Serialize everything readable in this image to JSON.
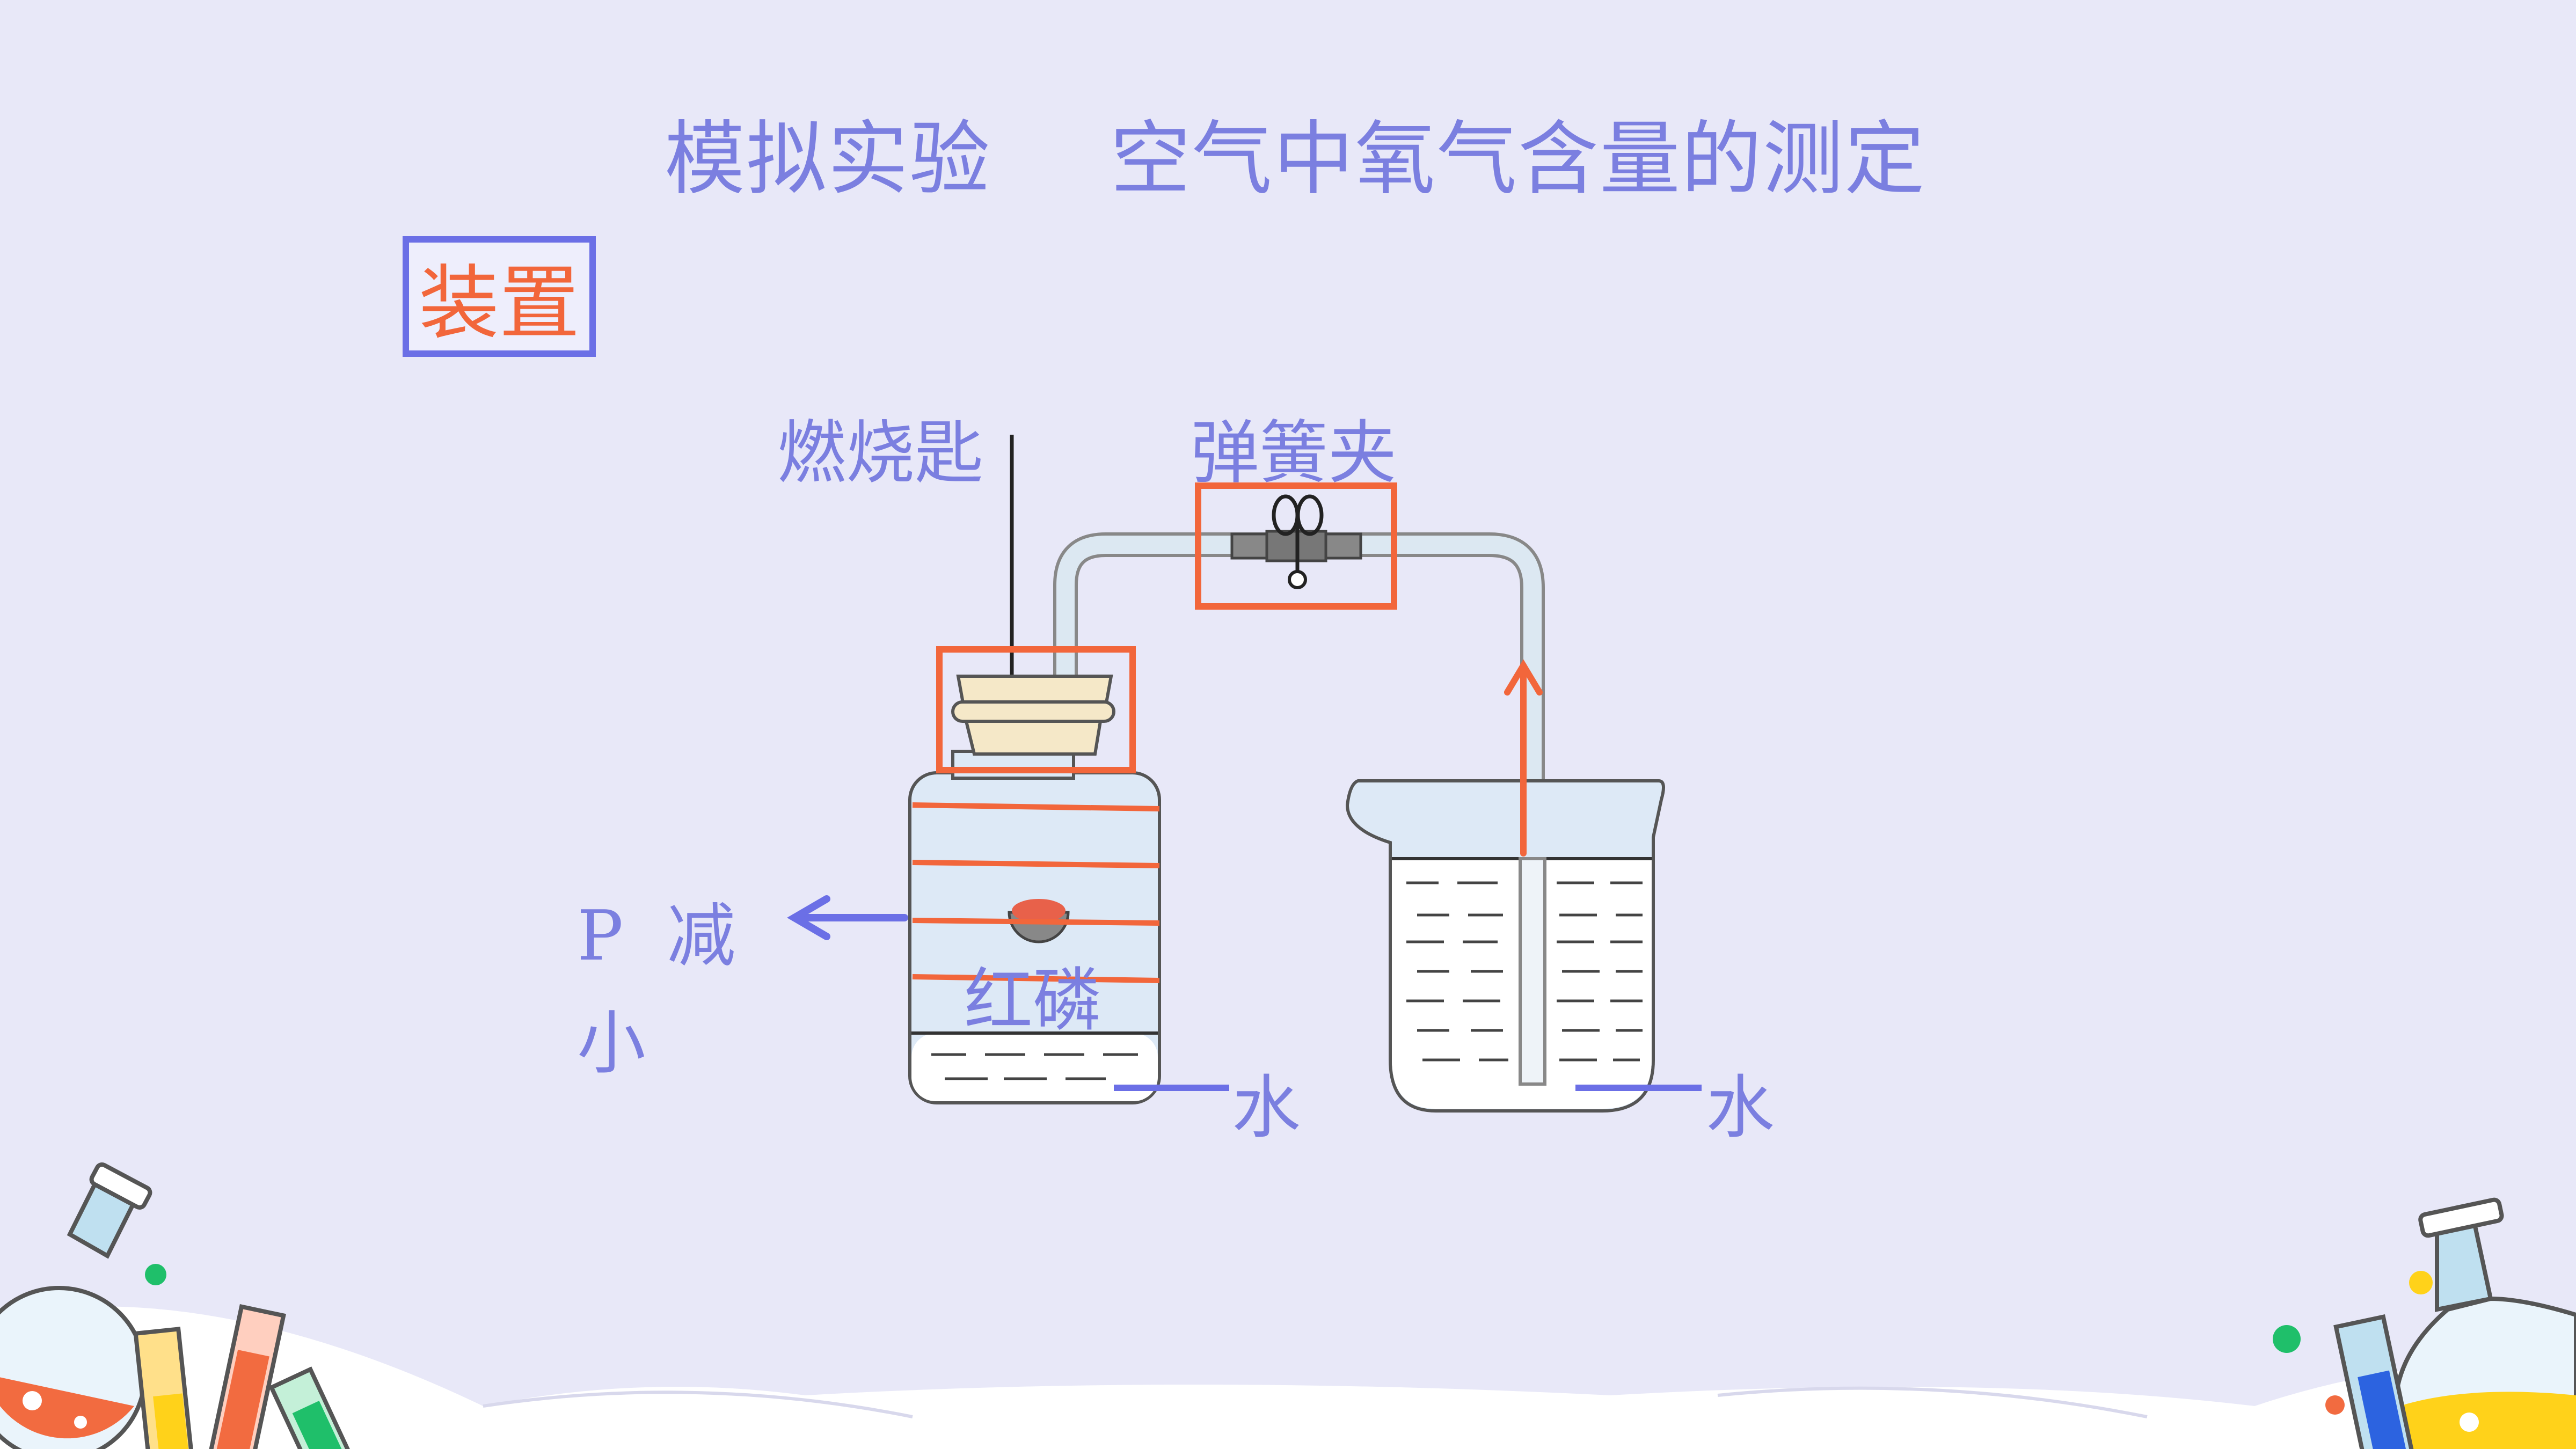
{
  "title": {
    "part1": "模拟实验",
    "part2": "空气中氧气含量的测定"
  },
  "section_label": "装置",
  "labels": {
    "spoon": "燃烧匙",
    "clamp": "弹簧夹",
    "phosphorus": "红磷",
    "water_left": "水",
    "water_right": "水",
    "pressure_line1": "P  减",
    "pressure_line2": "小"
  },
  "colors": {
    "accent_blue": "#7b7fe0",
    "highlight_orange": "#f2663b",
    "background": "#e8e8f8"
  }
}
